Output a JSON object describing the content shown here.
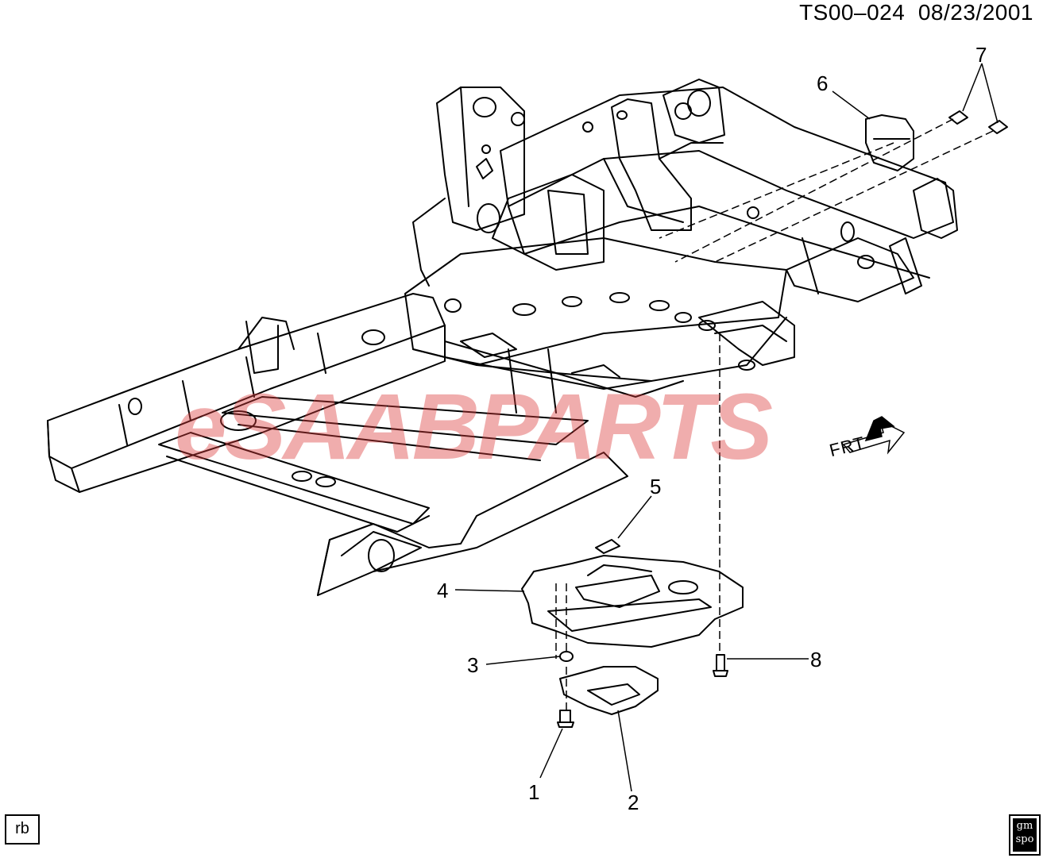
{
  "header": {
    "doc_code": "TS00–024",
    "date": "08/23/2001"
  },
  "watermark_text": "eSAABPARTS",
  "direction_label": "FRT",
  "corner_tag": "rb",
  "logo_text": "gm spo",
  "callouts": [
    "1",
    "2",
    "3",
    "4",
    "5",
    "6",
    "7",
    "8"
  ],
  "colors": {
    "line": "#000000",
    "watermark": "#dc3c3c"
  }
}
